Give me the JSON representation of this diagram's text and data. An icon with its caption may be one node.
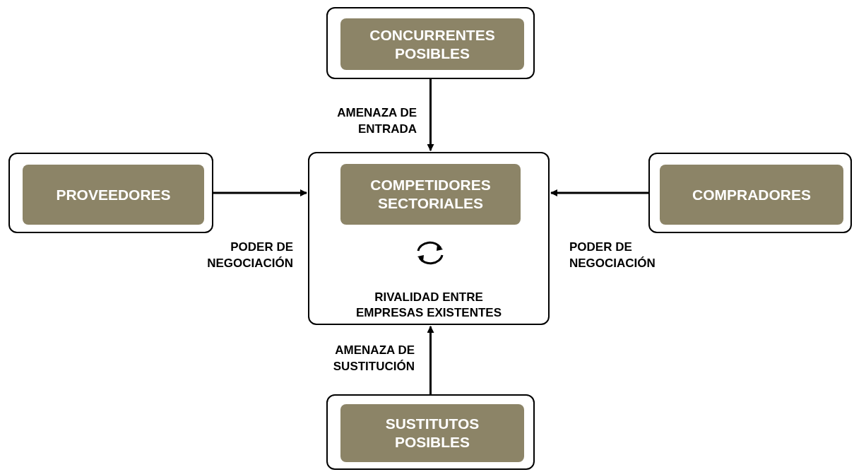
{
  "diagram": {
    "nodes": [
      {
        "text": [],
        "shape": "box"
      },
      {
        "text": [
          "CONCURRENTES POSIBLES"
        ],
        "in": 0
      },
      {
        "text": [],
        "shape": "box"
      },
      {
        "text": [
          "PROVEEDORES"
        ],
        "in": 2
      },
      {
        "text": [
          "RIVALIDAD ENTRE EMPRESAS EXISTENTES"
        ]
      },
      {
        "text": [
          "COMPETIDORES SECTORIALES"
        ],
        "in": 4
      },
      {
        "text": [],
        "shape": "box"
      },
      {
        "text": [
          "COMPRADORES"
        ],
        "in": 6
      },
      {
        "text": [],
        "shape": "box"
      },
      {
        "text": [
          "SUSTITUTOS POSIBLES"
        ],
        "in": 8
      }
    ],
    "edges": [
      {
        "from": 0,
        "to": 4,
        "arrow": "to",
        "label": "AMENAZA DE ENTRADA"
      },
      {
        "from": 2,
        "to": 4,
        "arrow": "to",
        "label": "PODER DE NEGOCIACIÓN"
      },
      {
        "from": 6,
        "to": 4,
        "arrow": "to",
        "label": "PODER DE NEGOCIACIÓN"
      },
      {
        "from": 8,
        "to": 4,
        "arrow": "to",
        "label": "AMENAZA DE SUSTITUCIÓN"
      }
    ]
  }
}
